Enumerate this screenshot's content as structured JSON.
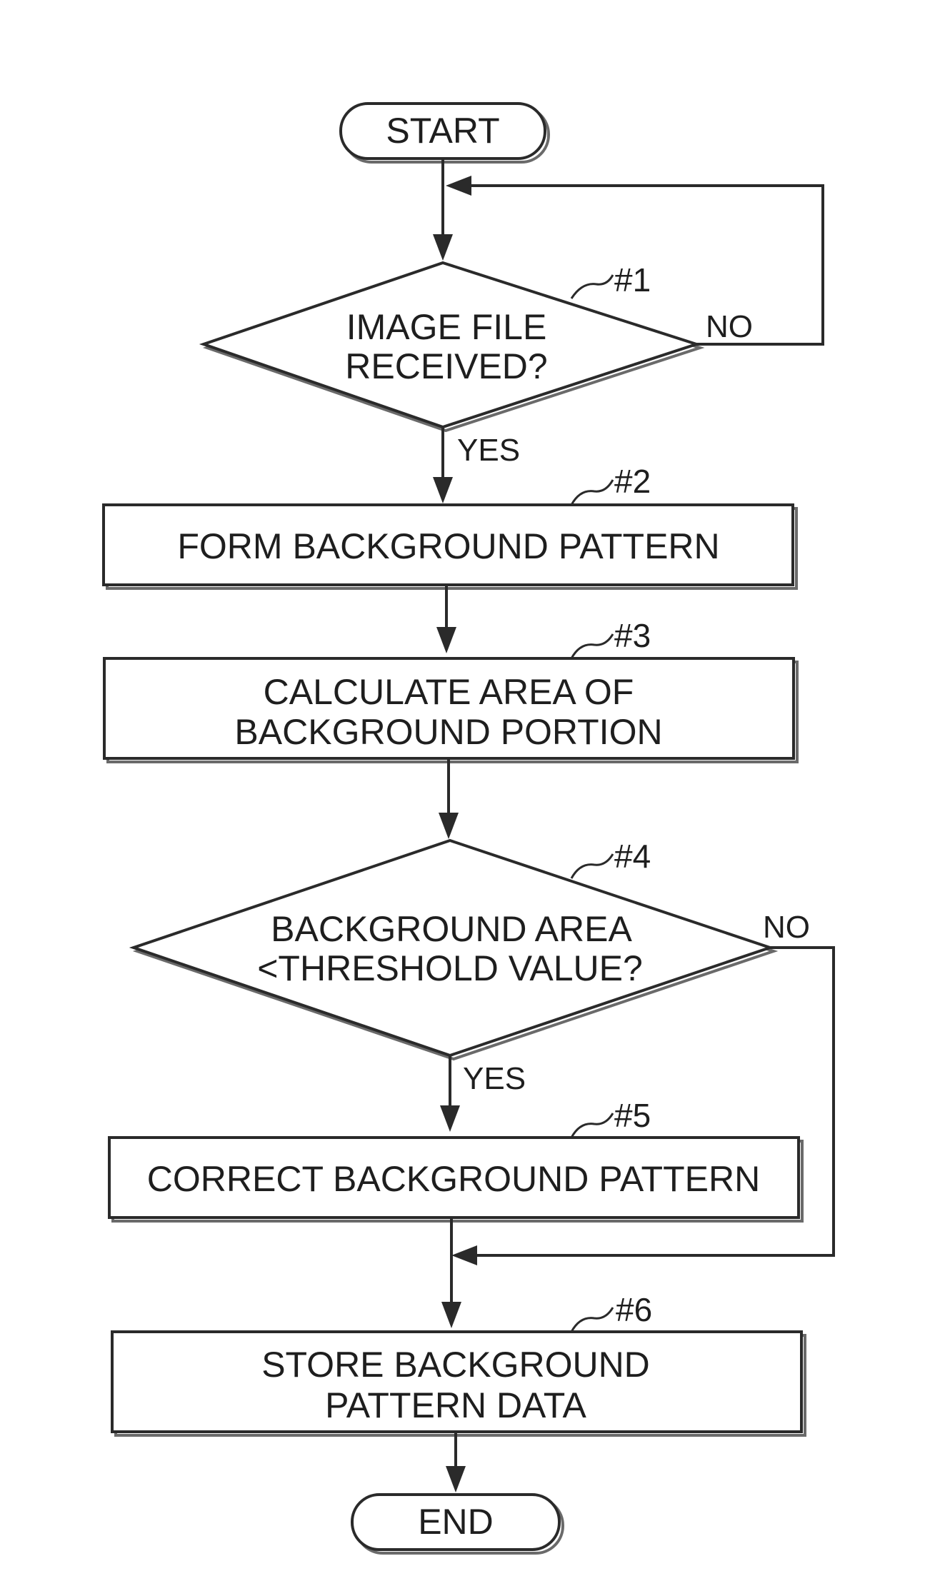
{
  "flowchart": {
    "start": "START",
    "end": "END",
    "steps": [
      {
        "id": "#1",
        "type": "decision",
        "lines": [
          "IMAGE FILE",
          "RECEIVED?"
        ],
        "yes": "YES",
        "no": "NO"
      },
      {
        "id": "#2",
        "type": "process",
        "lines": [
          "FORM BACKGROUND PATTERN"
        ]
      },
      {
        "id": "#3",
        "type": "process",
        "lines": [
          "CALCULATE AREA OF",
          "BACKGROUND PORTION"
        ]
      },
      {
        "id": "#4",
        "type": "decision",
        "lines": [
          "BACKGROUND AREA",
          "<THRESHOLD VALUE?"
        ],
        "yes": "YES",
        "no": "NO"
      },
      {
        "id": "#5",
        "type": "process",
        "lines": [
          "CORRECT BACKGROUND PATTERN"
        ]
      },
      {
        "id": "#6",
        "type": "process",
        "lines": [
          "STORE BACKGROUND",
          "PATTERN DATA"
        ]
      }
    ]
  }
}
